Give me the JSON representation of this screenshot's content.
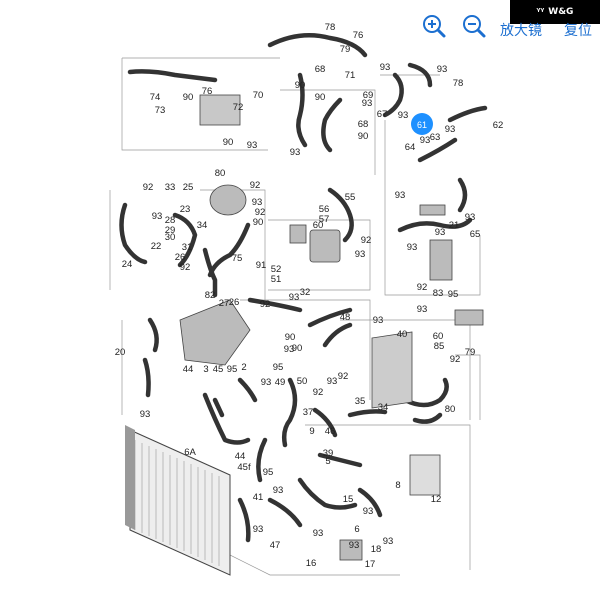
{
  "brand": {
    "text": "W&G",
    "icon": "brand-logo-icon"
  },
  "toolbar": {
    "zoom_in_icon": "zoom-in-icon",
    "zoom_out_icon": "zoom-out-icon",
    "enlarge_label": "放大镜",
    "reset_label": "复位"
  },
  "highlight": {
    "label": "61",
    "color": "#1e90ff"
  },
  "callouts": [
    {
      "t": "78"
    },
    {
      "t": "76"
    },
    {
      "t": "79"
    },
    {
      "t": "93"
    },
    {
      "t": "74"
    },
    {
      "t": "73"
    },
    {
      "t": "90"
    },
    {
      "t": "76"
    },
    {
      "t": "70"
    },
    {
      "t": "68"
    },
    {
      "t": "90"
    },
    {
      "t": "71"
    },
    {
      "t": "93"
    },
    {
      "t": "78"
    },
    {
      "t": "90"
    },
    {
      "t": "69"
    },
    {
      "t": "93"
    },
    {
      "t": "67"
    },
    {
      "t": "72"
    },
    {
      "t": "93"
    },
    {
      "t": "93"
    },
    {
      "t": "62"
    },
    {
      "t": "90"
    },
    {
      "t": "68"
    },
    {
      "t": "90"
    },
    {
      "t": "93"
    },
    {
      "t": "64"
    },
    {
      "t": "93"
    },
    {
      "t": "63"
    },
    {
      "t": "93"
    },
    {
      "t": "92"
    },
    {
      "t": "33"
    },
    {
      "t": "25"
    },
    {
      "t": "80"
    },
    {
      "t": "92"
    },
    {
      "t": "93"
    },
    {
      "t": "92"
    },
    {
      "t": "90"
    },
    {
      "t": "93"
    },
    {
      "t": "23"
    },
    {
      "t": "28"
    },
    {
      "t": "29"
    },
    {
      "t": "30"
    },
    {
      "t": "34"
    },
    {
      "t": "22"
    },
    {
      "t": "31"
    },
    {
      "t": "24"
    },
    {
      "t": "26"
    },
    {
      "t": "92"
    },
    {
      "t": "56"
    },
    {
      "t": "57"
    },
    {
      "t": "55"
    },
    {
      "t": "60"
    },
    {
      "t": "92"
    },
    {
      "t": "93"
    },
    {
      "t": "75"
    },
    {
      "t": "91"
    },
    {
      "t": "52"
    },
    {
      "t": "51"
    },
    {
      "t": "82"
    },
    {
      "t": "26"
    },
    {
      "t": "27"
    },
    {
      "t": "92"
    },
    {
      "t": "32"
    },
    {
      "t": "93"
    },
    {
      "t": "93"
    },
    {
      "t": "21"
    },
    {
      "t": "65"
    },
    {
      "t": "93"
    },
    {
      "t": "93"
    },
    {
      "t": "93"
    },
    {
      "t": "92"
    },
    {
      "t": "83"
    },
    {
      "t": "95"
    },
    {
      "t": "93"
    },
    {
      "t": "60"
    },
    {
      "t": "85"
    },
    {
      "t": "79"
    },
    {
      "t": "20"
    },
    {
      "t": "48"
    },
    {
      "t": "93"
    },
    {
      "t": "90"
    },
    {
      "t": "40"
    },
    {
      "t": "93"
    },
    {
      "t": "90"
    },
    {
      "t": "44"
    },
    {
      "t": "3"
    },
    {
      "t": "45"
    },
    {
      "t": "95"
    },
    {
      "t": "2"
    },
    {
      "t": "93"
    },
    {
      "t": "49"
    },
    {
      "t": "95"
    },
    {
      "t": "92"
    },
    {
      "t": "50"
    },
    {
      "t": "92"
    },
    {
      "t": "35"
    },
    {
      "t": "34"
    },
    {
      "t": "93"
    },
    {
      "t": "80"
    },
    {
      "t": "37"
    },
    {
      "t": "9"
    },
    {
      "t": "46"
    },
    {
      "t": "39"
    },
    {
      "t": "5"
    },
    {
      "t": "6A"
    },
    {
      "t": "44"
    },
    {
      "t": "45f"
    },
    {
      "t": "95"
    },
    {
      "t": "8"
    },
    {
      "t": "12"
    },
    {
      "t": "41"
    },
    {
      "t": "93"
    },
    {
      "t": "93"
    },
    {
      "t": "47"
    },
    {
      "t": "93"
    },
    {
      "t": "6"
    },
    {
      "t": "93"
    },
    {
      "t": "93"
    },
    {
      "t": "18"
    },
    {
      "t": "16"
    },
    {
      "t": "17"
    },
    {
      "t": "15"
    },
    {
      "t": "93"
    },
    {
      "t": "93"
    },
    {
      "t": "92"
    },
    {
      "t": "93"
    }
  ]
}
